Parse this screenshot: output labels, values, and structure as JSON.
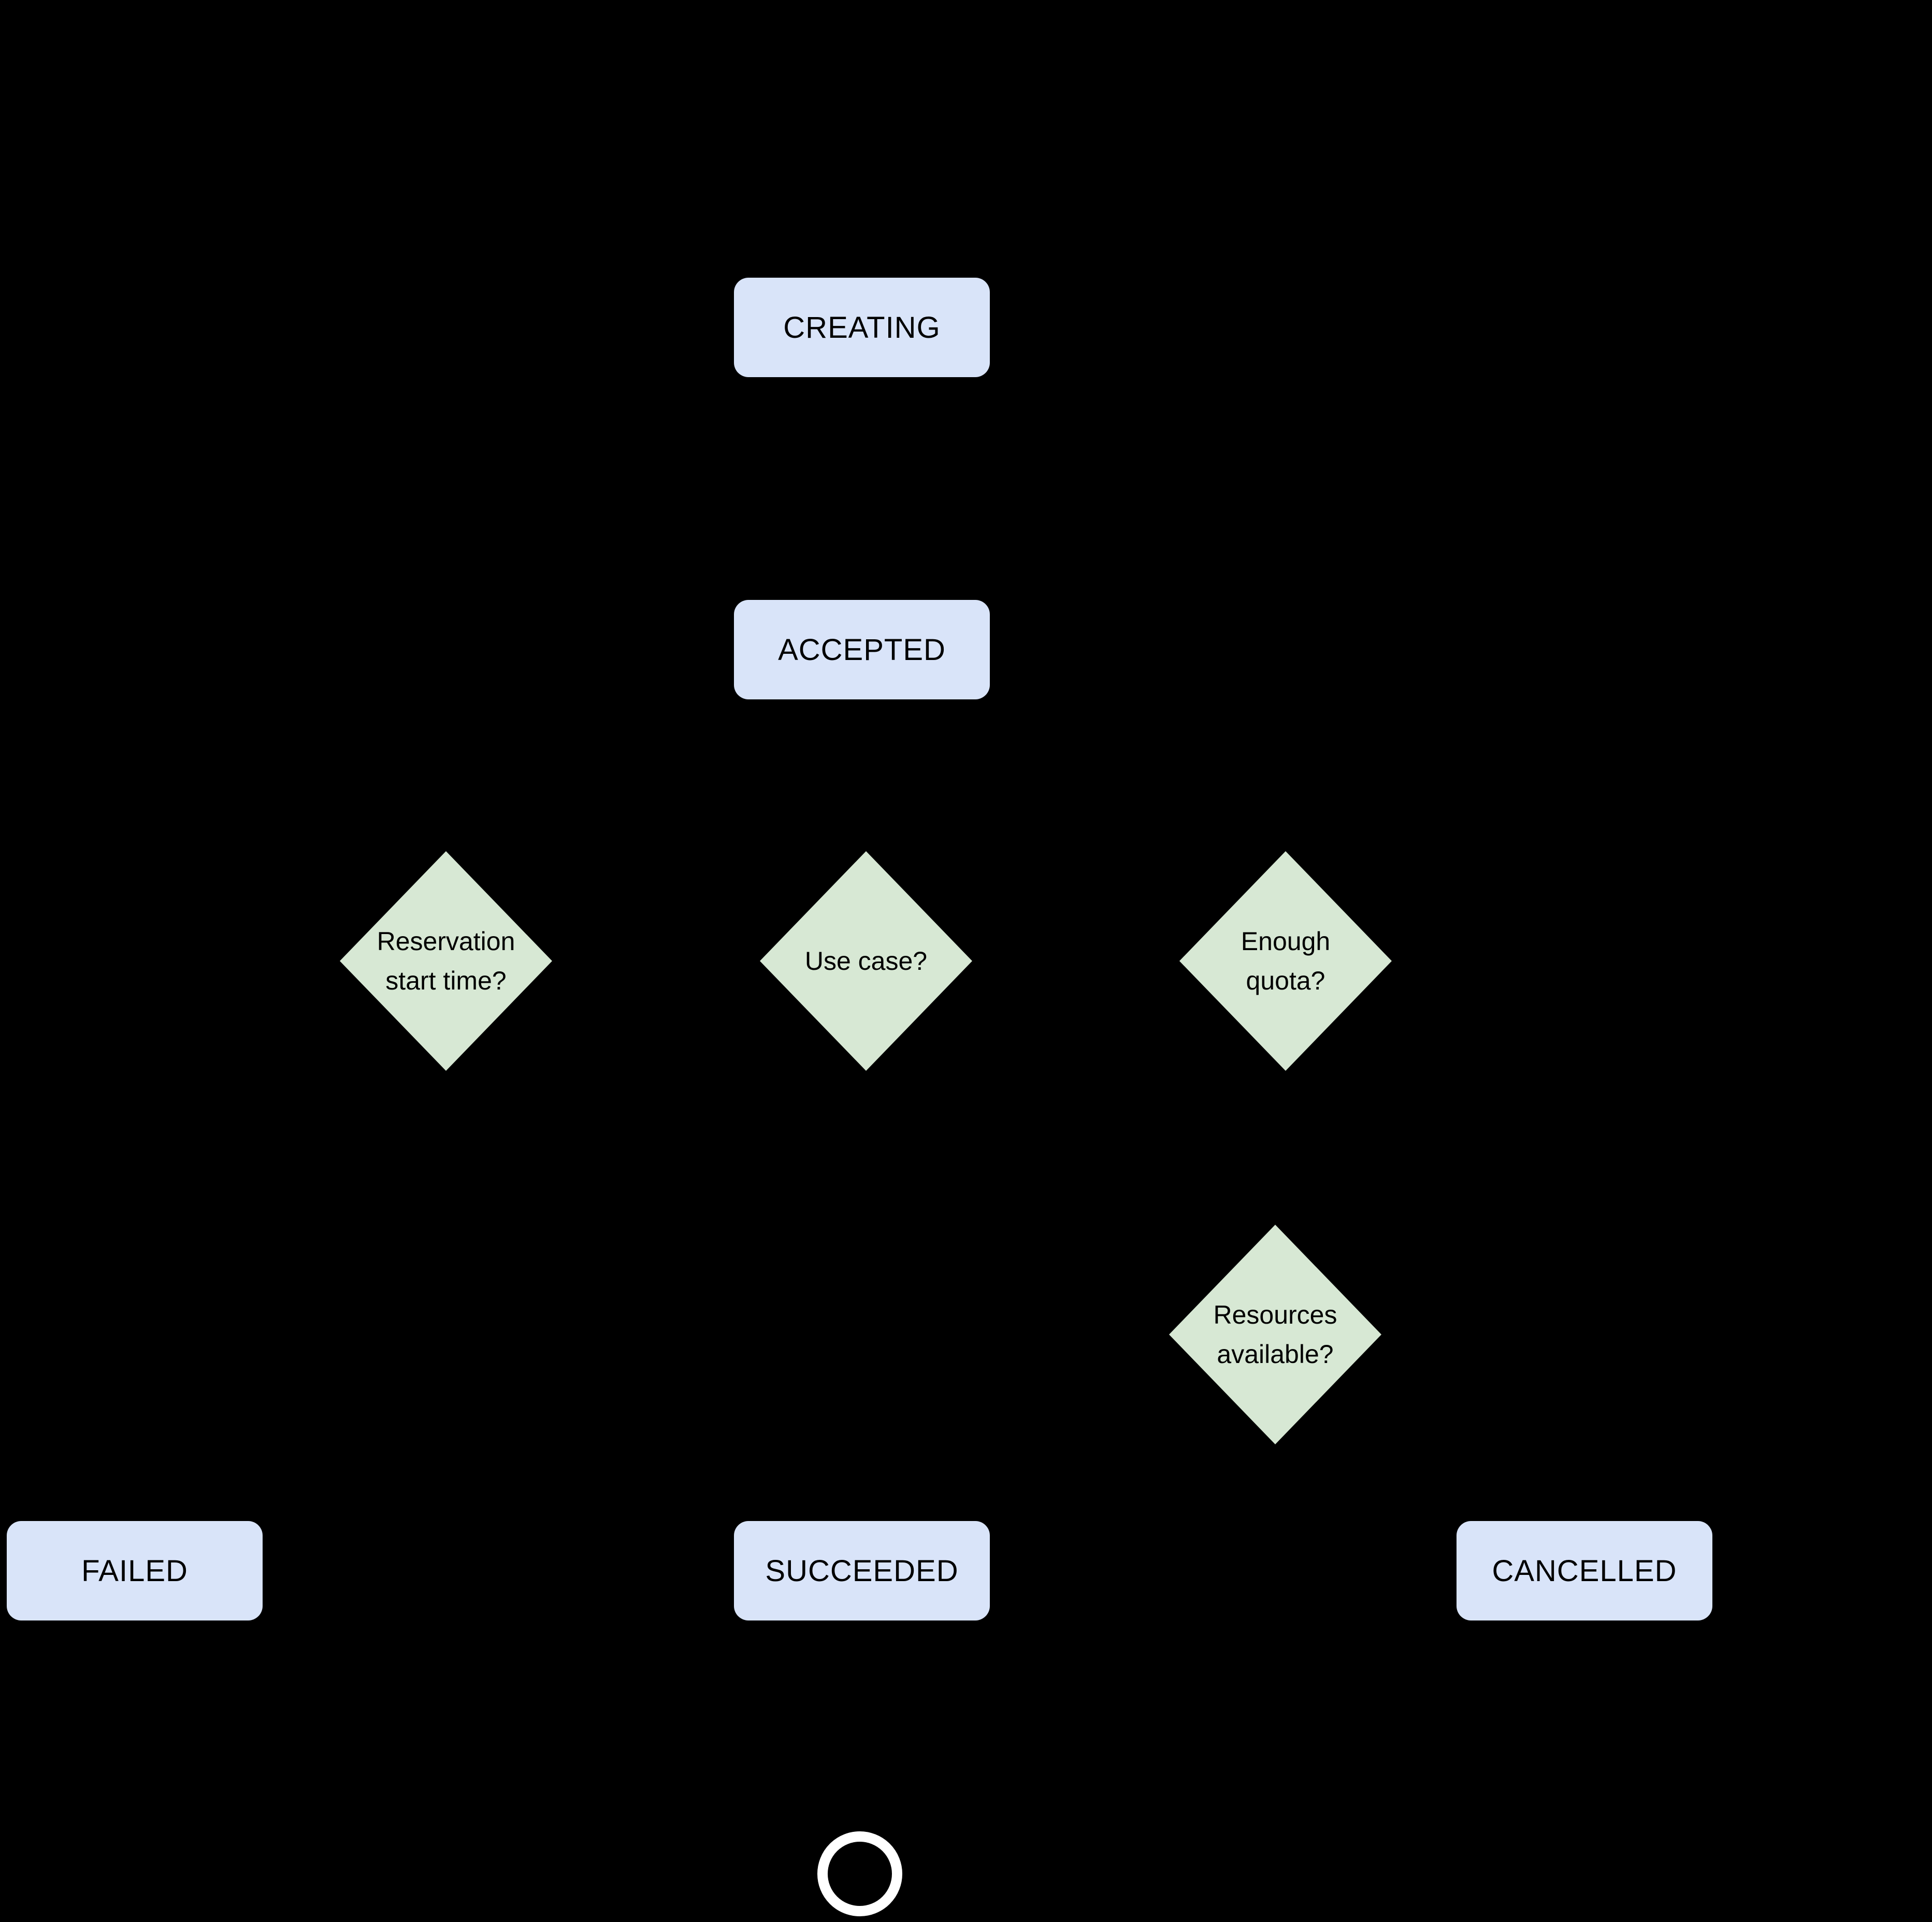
{
  "colors": {
    "background": "#000000",
    "state_fill": "#d9e4f9",
    "decision_fill": "#d7e8d4",
    "label_text": "#000000",
    "end_marker_ring": "#ffffff"
  },
  "states": {
    "creating": {
      "label": "CREATING"
    },
    "accepted": {
      "label": "ACCEPTED"
    },
    "failed": {
      "label": "FAILED"
    },
    "succeeded": {
      "label": "SUCCEEDED"
    },
    "cancelled": {
      "label": "CANCELLED"
    }
  },
  "decisions": {
    "reservation_start_time": {
      "lines": [
        "Reservation",
        "start time?"
      ]
    },
    "use_case": {
      "lines": [
        "Use case?"
      ]
    },
    "enough_quota": {
      "lines": [
        "Enough",
        "quota?"
      ]
    },
    "resources_available": {
      "lines": [
        "Resources",
        "available?"
      ]
    }
  }
}
